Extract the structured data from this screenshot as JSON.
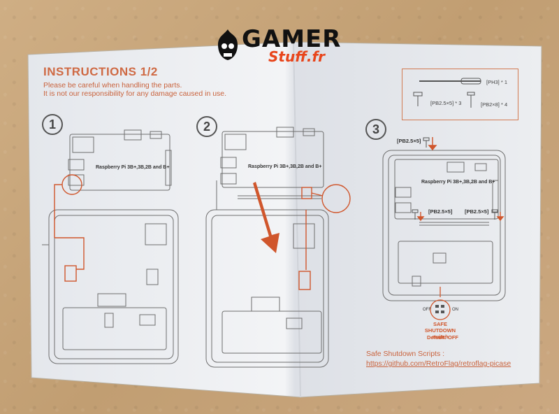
{
  "brand": {
    "name": "GAMER",
    "sub": "Stuff.fr"
  },
  "header": {
    "title": "INSTRUCTIONS 1/2",
    "warning_line1": "Please be careful when handling the parts.",
    "warning_line2": "It is not our responsibility for any damage caused in use."
  },
  "steps": [
    {
      "number": "1",
      "board_label": "Raspberry Pi 3B+,3B,2B and B+"
    },
    {
      "number": "2",
      "board_label": "Raspberry Pi 3B+,3B,2B and B+"
    },
    {
      "number": "3",
      "board_label": "Raspberry Pi 3B+,3B,2B and B+"
    }
  ],
  "tools": {
    "screwdriver": "[PH3] * 1",
    "screw_a": "[PB2.5×5] * 3",
    "screw_b": "[PB2×8] * 4"
  },
  "step3_callouts": {
    "top_screw": "[PB2.5×5]",
    "left_screw": "[PB2.5×5]",
    "right_screw": "[PB2.5×5]"
  },
  "switch": {
    "off": "OFF",
    "on": "ON",
    "title": "SAFE SHUTDOWN switch",
    "default": "Default: OFF"
  },
  "footer": {
    "scripts_label": "Safe Shutdown Scripts :",
    "url": "https://github.com/RetroFlag/retroflag-picase"
  },
  "colors": {
    "accent": "#d0562c",
    "paper": "#eef0f2",
    "background": "#c9a87e"
  }
}
